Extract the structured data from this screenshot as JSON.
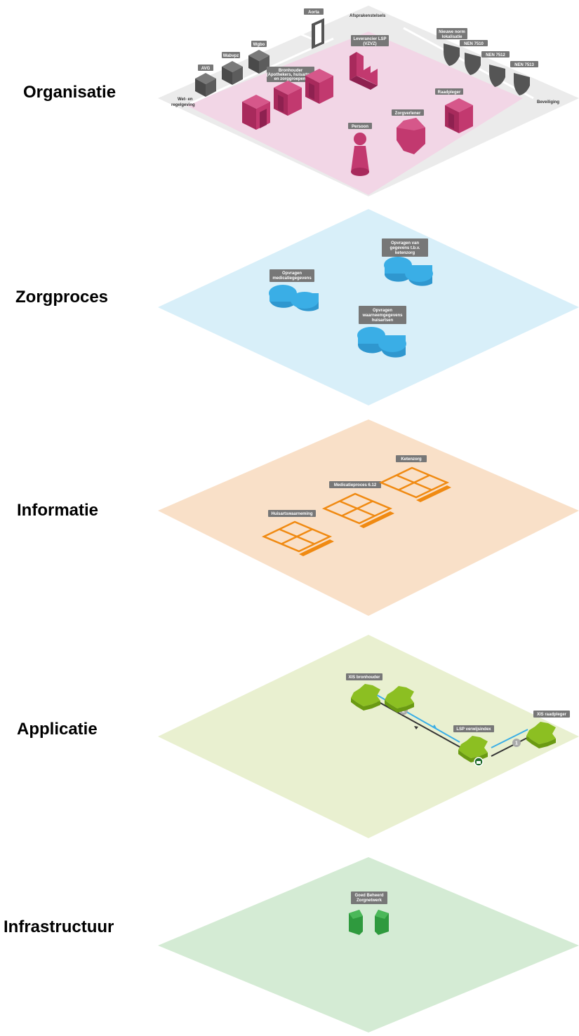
{
  "layers": {
    "organisatie": {
      "label": "Organisatie"
    },
    "zorgproces": {
      "label": "Zorgproces"
    },
    "informatie": {
      "label": "Informatie"
    },
    "applicatie": {
      "label": "Applicatie"
    },
    "infrastructuur": {
      "label": "Infrastructuur"
    }
  },
  "organisatie": {
    "zones": {
      "wet": "Wet- en",
      "wet2": "regelgeving",
      "afspraken": "Afsprakenstelsels",
      "beveiliging": "Beveiliging"
    },
    "laws": [
      "AVG",
      "Wabvpz",
      "Wgbo"
    ],
    "aorta": "Aorta",
    "leverancier": [
      "Leverancier LSP",
      "(VZVZ)"
    ],
    "bronhouder": [
      "Bronhouder",
      "(Apothekers, huisartsen",
      "en zorggroepen)"
    ],
    "raadpleger": "Raadpleger",
    "zorgverlener": "Zorgverlener",
    "persoon": "Persoon",
    "norms": [
      [
        "Nieuwe norm",
        "lokalisatie"
      ],
      [
        "NEN 7510"
      ],
      [
        "NEN 7512"
      ],
      [
        "NEN 7513"
      ]
    ]
  },
  "zorgproces": {
    "processes": [
      [
        "Opvragen",
        "medicatiegegevens"
      ],
      [
        "Opvragen van",
        "gegevens t.b.v.",
        "ketenzorg"
      ],
      [
        "Opvragen",
        "waarneemgegevens",
        "huisartsen"
      ]
    ]
  },
  "informatie": {
    "items": [
      "Huisartswaarneming",
      "Medicatieproces 6.12",
      "Ketenzorg"
    ]
  },
  "applicatie": {
    "nodes": [
      "XIS bronhouder",
      "LSP verwijsindex",
      "XIS raadpleger"
    ],
    "steps": [
      "1",
      "2"
    ]
  },
  "infrastructuur": {
    "node": [
      "Goed Beheerd",
      "Zorgnetwerk"
    ]
  },
  "colors": {
    "organisatie_plane": "#f2d6e6",
    "organisatie_zone": "#ebebeb",
    "zorgproces_plane": "#d8eff9",
    "informatie_plane": "#f9e0c8",
    "applicatie_plane": "#e9f0d0",
    "infrastructuur_plane": "#d4ebd4",
    "magenta": "#c2396f",
    "blue": "#3aaee6",
    "orange": "#f08a12",
    "lime": "#8cbf22",
    "green": "#2f9a3e",
    "grey": "#555555"
  }
}
